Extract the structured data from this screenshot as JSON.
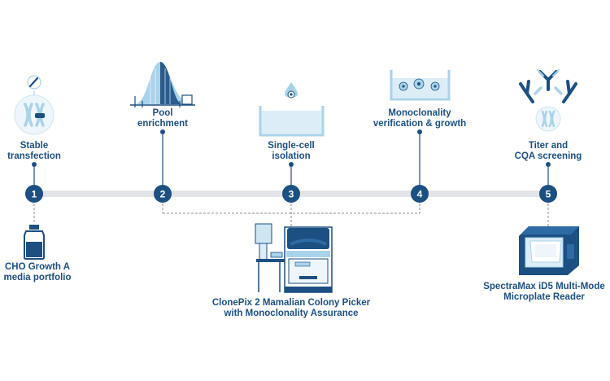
{
  "colors": {
    "navy": "#1c4f82",
    "light_blue": "#a9d3ea",
    "pale_blue": "#dcedf7",
    "track_gray": "#e2e4e7",
    "dash_gray": "#8a8f96"
  },
  "steps": [
    {
      "number": "1",
      "line1": "Stable",
      "line2": "transfection",
      "icon": "chromosome-syringe-icon"
    },
    {
      "number": "2",
      "line1": "Pool",
      "line2": "enrichment",
      "icon": "distribution-curve-icon"
    },
    {
      "number": "3",
      "line1": "Single-cell",
      "line2": "isolation",
      "icon": "single-cell-well-icon"
    },
    {
      "number": "4",
      "line1": "Monoclonality",
      "line2": "verification & growth",
      "icon": "colonies-well-icon"
    },
    {
      "number": "5",
      "line1": "Titer and",
      "line2": "CQA screening",
      "icon": "antibody-icon"
    }
  ],
  "products": {
    "media": {
      "line1": "CHO Growth A",
      "line2": "media portfolio",
      "icon": "media-bottle-icon"
    },
    "clonepix": {
      "line1": "ClonePix 2 Mamalian Colony Picker",
      "line2": "with Monoclonality Assurance",
      "icon": "colony-picker-instrument-icon"
    },
    "spectramax": {
      "line1": "SpectraMax iD5 Multi-Mode",
      "line2": "Microplate Reader",
      "icon": "microplate-reader-icon"
    }
  }
}
